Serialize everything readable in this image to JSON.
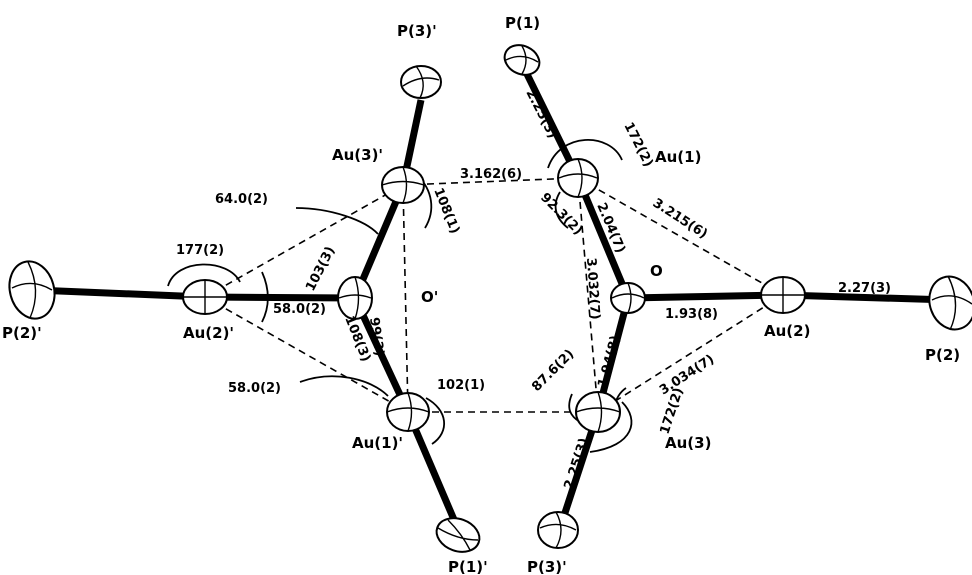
{
  "atoms": {
    "p1": "P(1)",
    "p3p": "P(3)'",
    "au1": "Au(1)",
    "au3p": "Au(3)'",
    "o": "O",
    "op": "O'",
    "p2p": "P(2)'",
    "au2p": "Au(2)'",
    "au2": "Au(2)",
    "p2": "P(2)",
    "au1p": "Au(1)'",
    "au3": "Au(3)",
    "p1p": "P(1)'",
    "p3pb": "P(3)'"
  },
  "distances": {
    "au3p_au1": "3.162(6)",
    "au1_au2": "3.215(6)",
    "au1_o": "2.04(7)",
    "p1_au1": "2.25(3)",
    "o_au2": "1.93(8)",
    "au2_p2": "2.27(3)",
    "o_au3": "1.94(8)",
    "au2_au3": "3.034(7)",
    "au1_au3": "3.032(7)",
    "au3_p3p": "2.25(3)"
  },
  "angles": {
    "a172_top": "172(2)",
    "a92": "92.3(2)",
    "a108_1": "108(1)",
    "a64": "64.0(2)",
    "a177": "177(2)",
    "a103": "103(3)",
    "a58_top": "58.0(2)",
    "a99": "99(3)",
    "a108_3": "108(3)",
    "a58_bot": "58.0(2)",
    "a102": "102(1)",
    "a87": "87.6(2)",
    "a172_bot": "172(2)"
  }
}
